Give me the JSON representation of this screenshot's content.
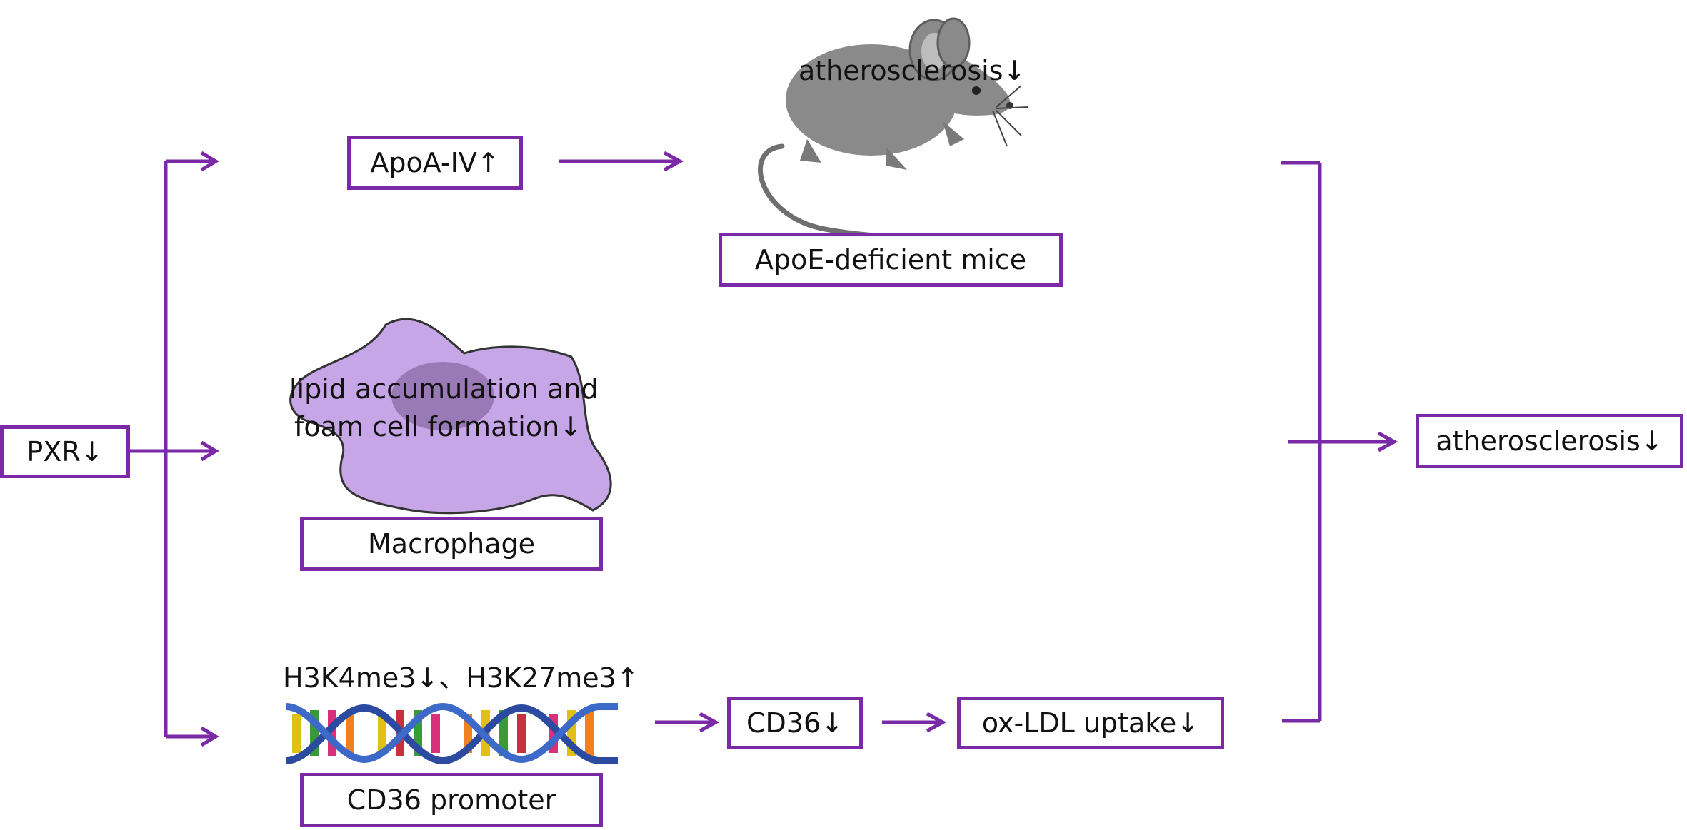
{
  "colors": {
    "arrow": "#7a2aa6",
    "box_border": "#7a2aa6",
    "cell_fill": "#c6a6e6",
    "nucleus": "#9a7ab6",
    "mouse_body": "#8a8a8a",
    "mouse_dark": "#6f6f6f"
  },
  "nodes": {
    "pxr": "PXR↓",
    "apoa4": "ApoA-IV↑",
    "mouse_effect": "atherosclerosis↓",
    "mice": "ApoE-deficient mice",
    "cell_effect_line1": "lipid accumulation and",
    "cell_effect_line2": "foam cell formation↓",
    "macrophage": "Macrophage",
    "histone_marks": "H3K4me3↓、H3K27me3↑",
    "cd36_promoter": "CD36 promoter",
    "cd36": "CD36↓",
    "oxldl": "ox-LDL uptake↓",
    "outcome": "atherosclerosis↓"
  },
  "icons": [
    "mouse-illustration",
    "macrophage-cell-illustration",
    "dna-double-helix-icon"
  ]
}
